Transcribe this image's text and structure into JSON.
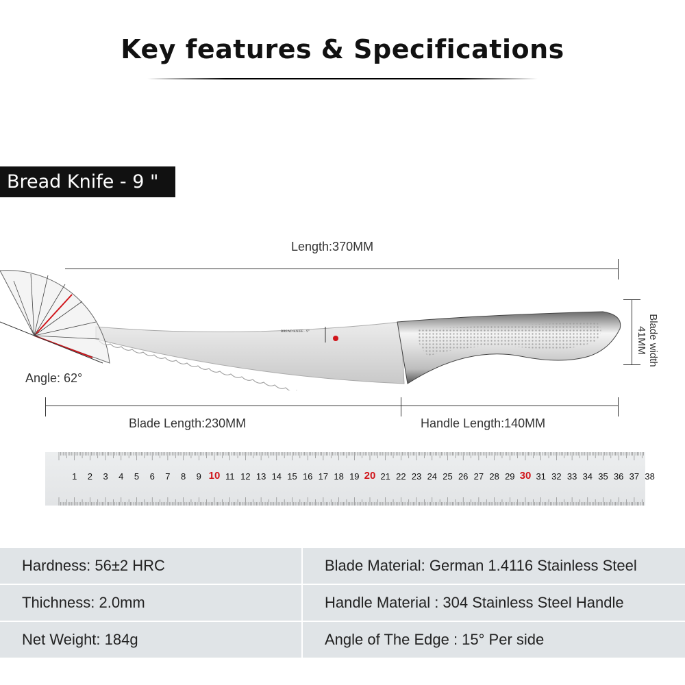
{
  "title": "Key features & Specifications",
  "product_badge": "Bread Knife - 9 \"",
  "dimensions": {
    "length": "Length:370MM",
    "blade_width": "Blade width 41MM",
    "blade_length": "Blade Length:230MM",
    "handle_length": "Handle Length:140MM",
    "angle": "Angle: 62°"
  },
  "ruler": {
    "numbers": [
      1,
      2,
      3,
      4,
      5,
      6,
      7,
      8,
      9,
      10,
      11,
      12,
      13,
      14,
      15,
      16,
      17,
      18,
      19,
      20,
      21,
      22,
      23,
      24,
      25,
      26,
      27,
      28,
      29,
      30,
      31,
      32,
      33,
      34,
      35,
      36,
      37,
      38
    ],
    "highlight_color": "#d0141a"
  },
  "specs": [
    {
      "left": "Hardness:  56±2 HRC",
      "right": "Blade Material:  German 1.4116 Stainless Steel"
    },
    {
      "left": "Thichness: 2.0mm",
      "right": "Handle Material : 304 Stainless Steel Handle"
    },
    {
      "left": "Net Weight: 184g",
      "right": "Angle of The Edge : 15° Per side"
    }
  ],
  "colors": {
    "table_bg": "#e0e4e7",
    "badge_bg": "#111111",
    "accent_red": "#d0141a"
  }
}
